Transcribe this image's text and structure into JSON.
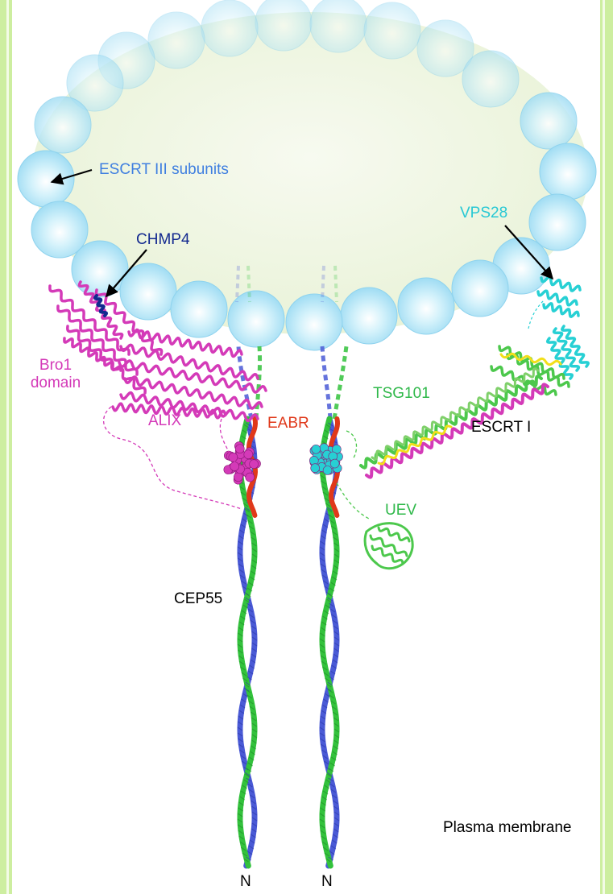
{
  "labels": {
    "escrt_iii": "ESCRT III subunits",
    "chmp4": "CHMP4",
    "vps28": "VPS28",
    "bro1": "Bro1 domain",
    "alix": "ALIX",
    "eabr": "EABR",
    "tsg101": "TSG101",
    "escrt_i": "ESCRT I",
    "uev": "UEV",
    "cep55": "CEP55",
    "plasma_membrane": "Plasma membrane",
    "n_left": "N",
    "n_right": "N"
  },
  "colors": {
    "membrane": "#cdeea0",
    "bead": "#aee4f6",
    "bead_edge": "#8fd3ee",
    "vesicle": "#eef5e2",
    "cep55_blue": "#4a5ad6",
    "cep55_green": "#33c23c",
    "eabr_red": "#e0381a",
    "alix_magenta": "#d43ab8",
    "tsg_green": "#4cc84c",
    "vps28_cyan": "#27d0d4",
    "chmp4_navy": "#13298f",
    "yellow": "#f2df1a",
    "escrt_blue_text": "#3f7fe0",
    "black": "#000000"
  }
}
